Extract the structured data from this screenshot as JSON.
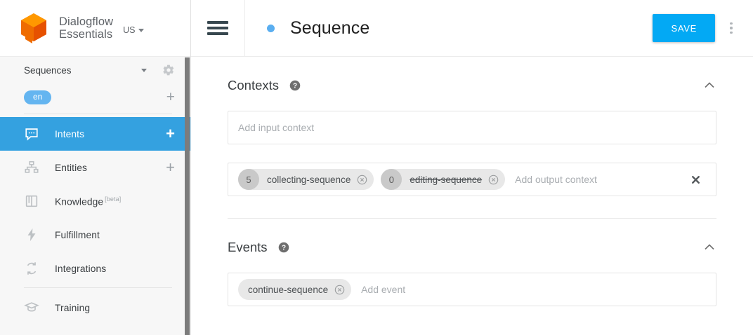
{
  "brand": {
    "logo_icon": "dialogflow-cube-logo",
    "name_line1": "Dialogflow",
    "name_line2": "Essentials",
    "region": "US",
    "region_caret_icon": "chevron-down-icon"
  },
  "sidebar": {
    "agent": {
      "name": "Sequences",
      "caret_icon": "chevron-down-icon",
      "settings_icon": "gear-icon"
    },
    "language": {
      "chip": "en",
      "add_icon": "plus-icon"
    },
    "items": [
      {
        "label": "Intents",
        "icon": "chat-bubble-icon",
        "active": true,
        "plus": "+"
      },
      {
        "label": "Entities",
        "icon": "sitemap-icon",
        "active": false,
        "plus": "+"
      },
      {
        "label": "Knowledge",
        "icon": "book-icon",
        "active": false,
        "badge": "[beta]"
      },
      {
        "label": "Fulfillment",
        "icon": "lightning-bolt-icon",
        "active": false
      },
      {
        "label": "Integrations",
        "icon": "sync-arrows-icon",
        "active": false
      },
      {
        "label": "Training",
        "icon": "graduation-cap-icon",
        "active": false
      }
    ],
    "scrollbar": "vertical-scrollbar"
  },
  "topbar": {
    "menu_icon": "hamburger-menu-icon",
    "status_dot": "blue-status-dot",
    "title": "Sequence",
    "save_label": "SAVE",
    "more_icon": "kebab-menu-icon"
  },
  "contexts": {
    "title": "Contexts",
    "help_icon": "help-circle-icon",
    "collapse_icon": "chevron-up-icon",
    "input_placeholder": "Add input context",
    "output_placeholder": "Add output context",
    "clear_icon": "close-x-icon",
    "output_chips": [
      {
        "count": "5",
        "label": "collecting-sequence",
        "struck": false,
        "remove_icon": "remove-circle-icon"
      },
      {
        "count": "0",
        "label": "editing-sequence",
        "struck": true,
        "remove_icon": "remove-circle-icon"
      }
    ]
  },
  "events": {
    "title": "Events",
    "help_icon": "help-circle-icon",
    "collapse_icon": "chevron-up-icon",
    "placeholder": "Add event",
    "chips": [
      {
        "label": "continue-sequence",
        "remove_icon": "remove-circle-icon"
      }
    ]
  },
  "colors": {
    "accent_blue": "#03a9f4",
    "nav_active": "#34a1e0",
    "lang_chip": "#64b5f0",
    "logo_orange": "#f57c00",
    "logo_orange_light": "#ff9800"
  }
}
